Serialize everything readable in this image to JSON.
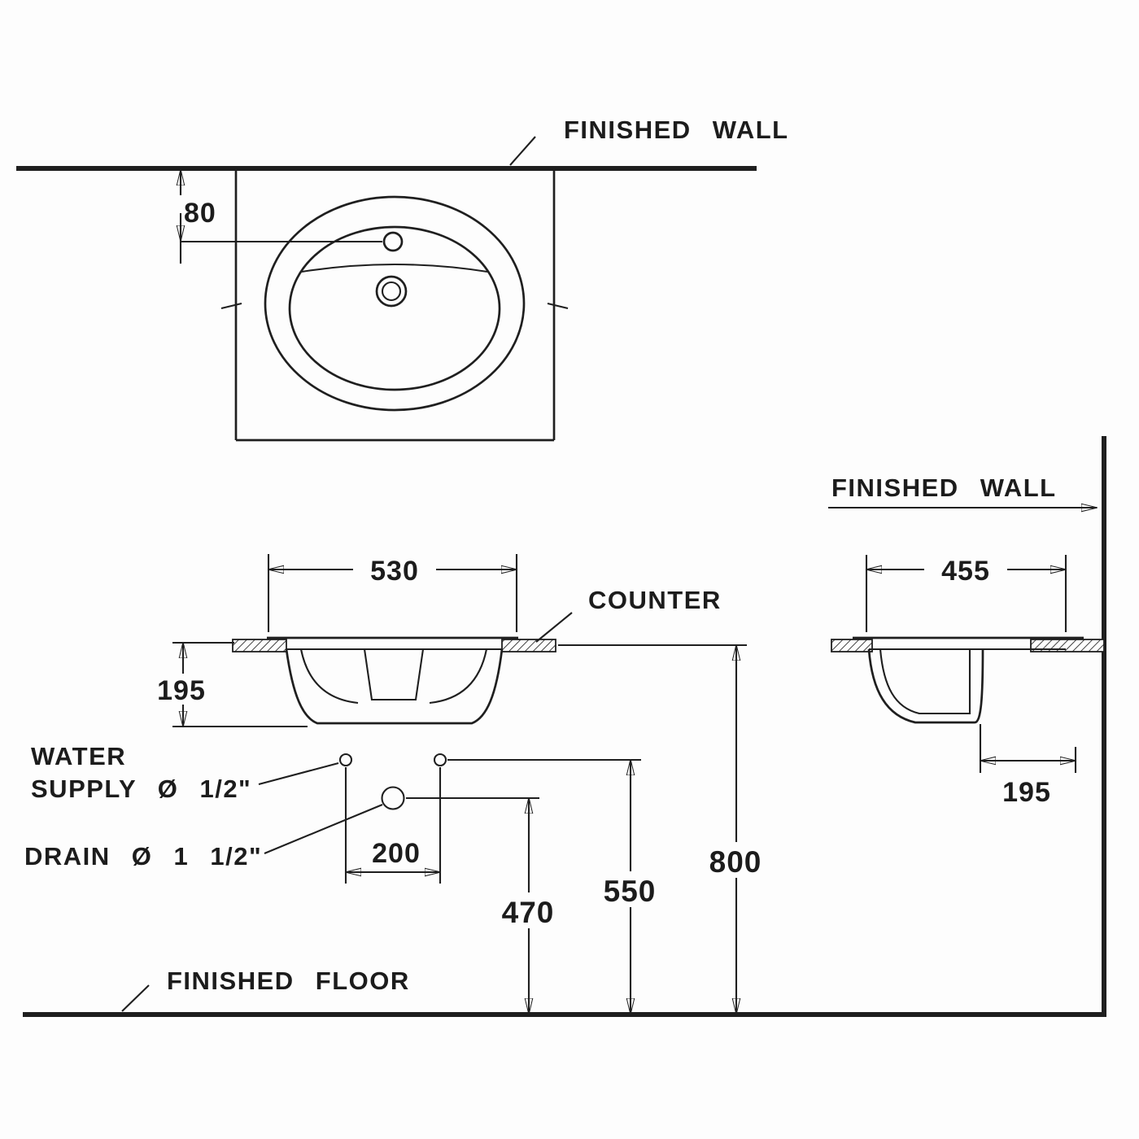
{
  "drawing": {
    "type": "technical-dimension-drawing",
    "subject": "counter-top wash basin installation drawing (plan, front section, side section)",
    "labels": {
      "finished_wall_top": "FINISHED WALL",
      "finished_wall_side": "FINISHED WALL",
      "counter": "COUNTER",
      "water_supply_line1": "WATER",
      "water_supply_line2": "SUPPLY Ø 1/2\"",
      "drain": "DRAIN Ø 1 1/2\"",
      "finished_floor": "FINISHED FLOOR"
    },
    "dimensions_mm": {
      "faucet_center_from_wall": "80",
      "basin_width": "530",
      "bowl_depth_front": "195",
      "basin_depth_side": "455",
      "bowl_depth_side": "195",
      "supply_spacing": "200",
      "drain_height": "470",
      "supply_height": "550",
      "counter_height": "800"
    },
    "colors": {
      "line": "#1f1f1f",
      "background": "#fdfdfd",
      "text": "#1c1c1c"
    }
  }
}
